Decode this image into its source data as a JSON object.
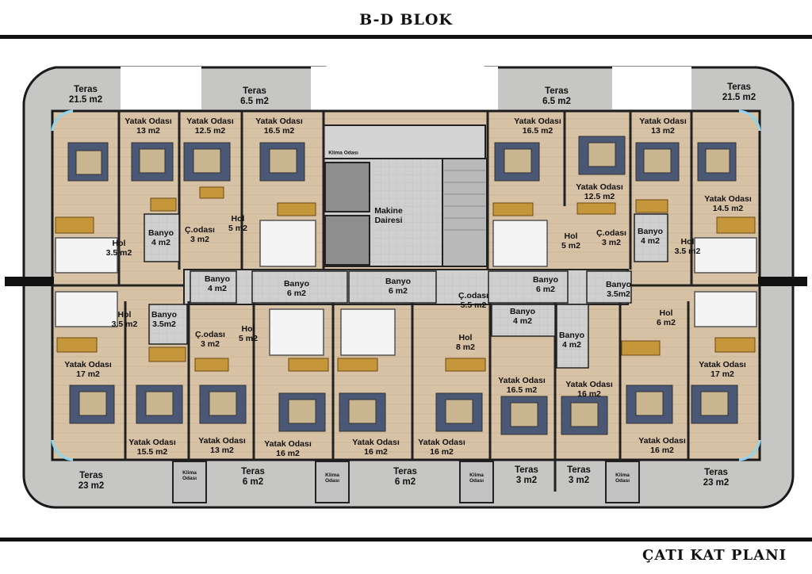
{
  "title": "B-D BLOK",
  "footer": "ÇATI KAT PLANI",
  "rooms": [
    {
      "name": "Teras",
      "area": "21.5 m2"
    },
    {
      "name": "Teras",
      "area": "6.5 m2"
    },
    {
      "name": "Teras",
      "area": "6.5 m2"
    },
    {
      "name": "Teras",
      "area": "21.5 m2"
    },
    {
      "name": "Yatak Odası",
      "area": "13 m2"
    },
    {
      "name": "Yatak Odası",
      "area": "12.5 m2"
    },
    {
      "name": "Yatak Odası",
      "area": "16.5 m2"
    },
    {
      "name": "Yatak Odası",
      "area": "16.5 m2"
    },
    {
      "name": "Yatak Odası",
      "area": "13 m2"
    },
    {
      "name": "Yatak Odası",
      "area": "12.5 m2"
    },
    {
      "name": "Yatak Odası",
      "area": "14.5 m2"
    },
    {
      "name": "Klima Odası",
      "area": ""
    },
    {
      "name": "Makine",
      "area": "Dairesi"
    },
    {
      "name": "Banyo",
      "area": "4 m2"
    },
    {
      "name": "Ç.odası",
      "area": "3 m2"
    },
    {
      "name": "Hol",
      "area": "5 m2"
    },
    {
      "name": "Hol",
      "area": "3.5 m2"
    },
    {
      "name": "Hol",
      "area": "5 m2"
    },
    {
      "name": "Ç.odası",
      "area": "3 m2"
    },
    {
      "name": "Banyo",
      "area": "4 m2"
    },
    {
      "name": "Hol",
      "area": "3.5 m2"
    },
    {
      "name": "Banyo",
      "area": "4 m2"
    },
    {
      "name": "Banyo",
      "area": "6 m2"
    },
    {
      "name": "Banyo",
      "area": "6 m2"
    },
    {
      "name": "Ç.odası",
      "area": "5.5 m2"
    },
    {
      "name": "Banyo",
      "area": "6 m2"
    },
    {
      "name": "Banyo",
      "area": "3.5m2"
    },
    {
      "name": "Hol",
      "area": "3.5 m2"
    },
    {
      "name": "Banyo",
      "area": "3.5m2"
    },
    {
      "name": "Ç.odası",
      "area": "3 m2"
    },
    {
      "name": "Hol",
      "area": "5 m2"
    },
    {
      "name": "Hol",
      "area": "8 m2"
    },
    {
      "name": "Banyo",
      "area": "4 m2"
    },
    {
      "name": "Banyo",
      "area": "4 m2"
    },
    {
      "name": "Hol",
      "area": "6 m2"
    },
    {
      "name": "Yatak Odası",
      "area": "17 m2"
    },
    {
      "name": "Yatak Odası",
      "area": "16.5 m2"
    },
    {
      "name": "Yatak Odası",
      "area": "16 m2"
    },
    {
      "name": "Yatak Odası",
      "area": "17 m2"
    },
    {
      "name": "Yatak Odası",
      "area": "15.5 m2"
    },
    {
      "name": "Yatak Odası",
      "area": "13 m2"
    },
    {
      "name": "Yatak Odası",
      "area": "16 m2"
    },
    {
      "name": "Yatak Odası",
      "area": "16 m2"
    },
    {
      "name": "Yatak Odası",
      "area": "16 m2"
    },
    {
      "name": "Yatak Odası",
      "area": "16 m2"
    },
    {
      "name": "Teras",
      "area": "23 m2"
    },
    {
      "name": "Teras",
      "area": "6 m2"
    },
    {
      "name": "Teras",
      "area": "6 m2"
    },
    {
      "name": "Teras",
      "area": "3 m2"
    },
    {
      "name": "Teras",
      "area": "3 m2"
    },
    {
      "name": "Teras",
      "area": "23 m2"
    },
    {
      "name": "Klima",
      "area": "Odası"
    },
    {
      "name": "Klima",
      "area": "Odası"
    },
    {
      "name": "Klima",
      "area": "Odası"
    },
    {
      "name": "Klima",
      "area": "Odası"
    }
  ]
}
